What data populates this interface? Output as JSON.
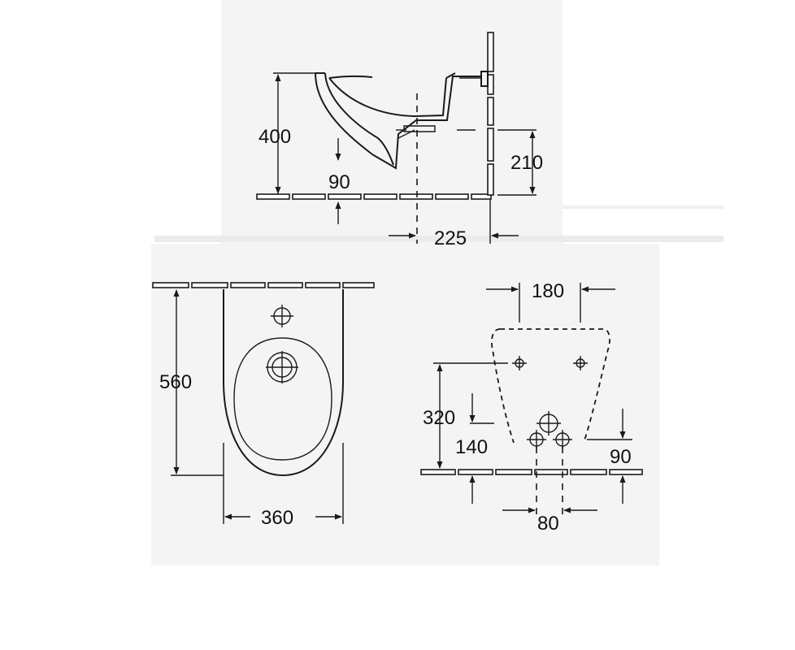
{
  "dimensions": {
    "side_height": "400",
    "side_floor_hole": "90",
    "side_outlet_height": "210",
    "side_wall_offset": "225",
    "top_length": "560",
    "top_width": "360",
    "rear_tap_spacing": "180",
    "rear_height": "320",
    "rear_pipe_height": "140",
    "rear_low_height": "90",
    "rear_pipe_spacing": "80"
  },
  "colors": {
    "line": "#1a1a1a",
    "background": "#ffffff",
    "ghost": "#f4f4f4"
  }
}
